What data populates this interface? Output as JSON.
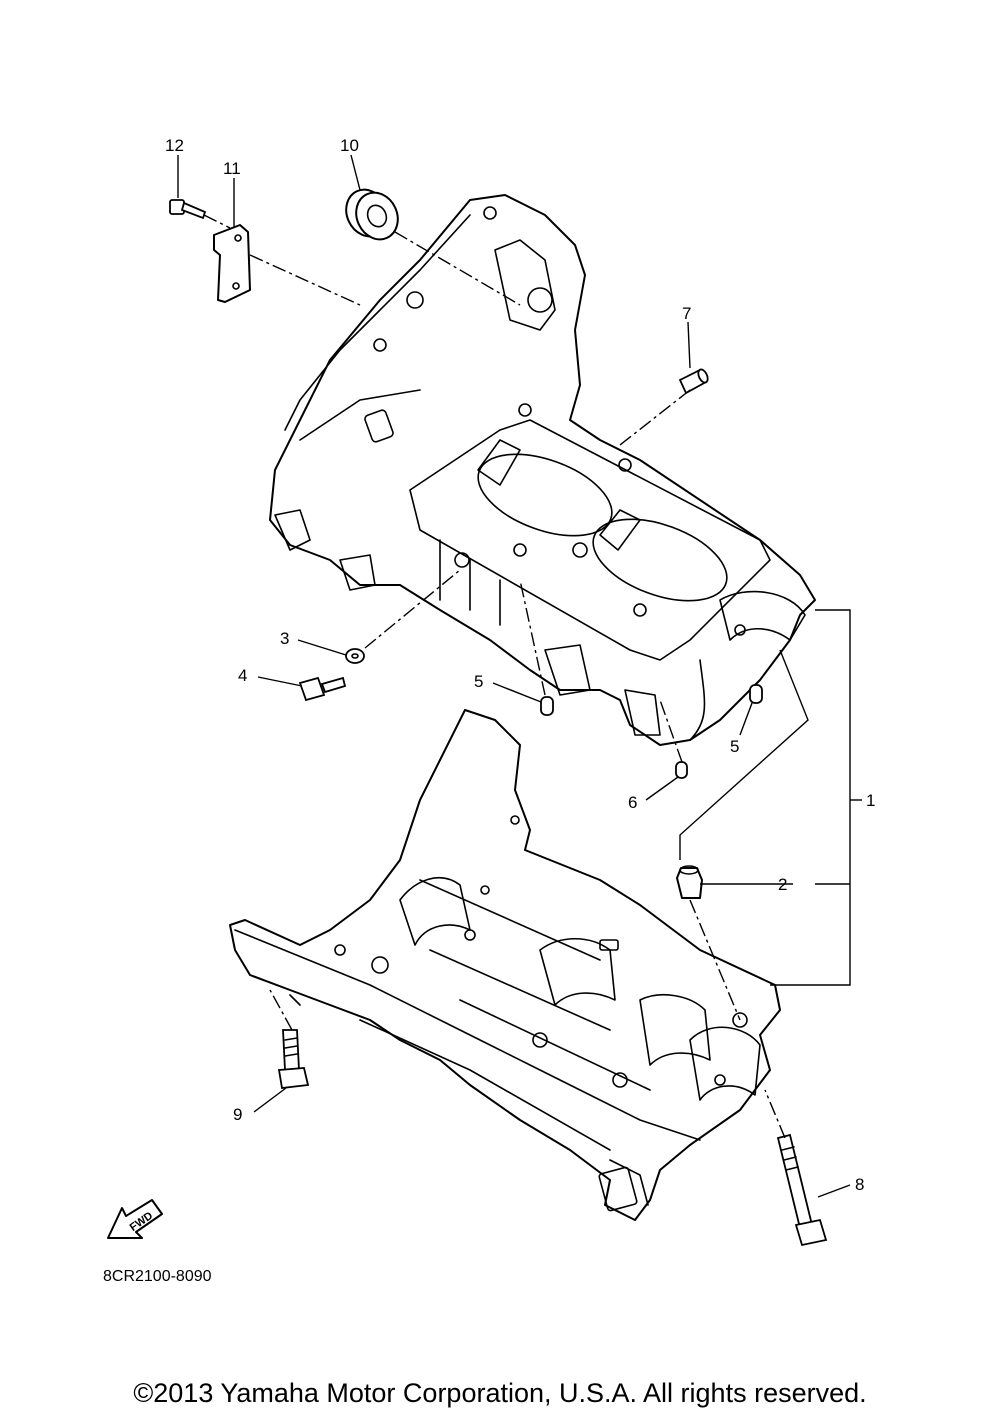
{
  "diagram": {
    "code": "8CR2100-8090",
    "copyright": "©2013 Yamaha Motor Corporation, U.S.A. All rights reserved.",
    "fwd_label": "FWD",
    "callouts": {
      "c1": "1",
      "c2": "2",
      "c3": "3",
      "c4": "4",
      "c5a": "5",
      "c5b": "5",
      "c6": "6",
      "c7": "7",
      "c8": "8",
      "c9": "9",
      "c10": "10",
      "c11": "11",
      "c12": "12"
    }
  }
}
